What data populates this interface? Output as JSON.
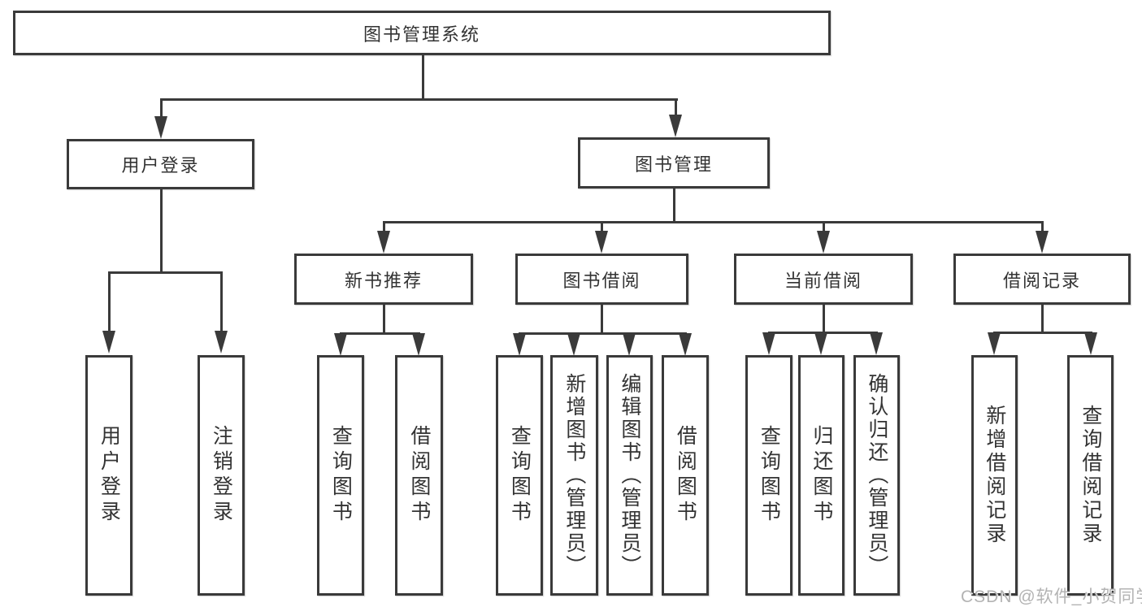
{
  "root": {
    "label": "图书管理系统"
  },
  "level1": {
    "user_login": {
      "label": "用户登录"
    },
    "book_management": {
      "label": "图书管理"
    }
  },
  "level2": {
    "new_book_rec": {
      "label": "新书推荐"
    },
    "book_borrow": {
      "label": "图书借阅"
    },
    "current_borrow": {
      "label": "当前借阅"
    },
    "borrow_record": {
      "label": "借阅记录"
    }
  },
  "leaves": {
    "user_login": {
      "label": "用户登录"
    },
    "logout": {
      "label": "注销登录"
    },
    "query_book_rec": {
      "label": "查询图书"
    },
    "borrow_book_rec": {
      "label": "借阅图书"
    },
    "query_book_borrow": {
      "label": "查询图书"
    },
    "add_book": {
      "label": "新增图书（管理员）"
    },
    "edit_book": {
      "label": "编辑图书（管理员）"
    },
    "borrow_book": {
      "label": "借阅图书"
    },
    "query_book_current": {
      "label": "查询图书"
    },
    "return_book": {
      "label": "归还图书"
    },
    "confirm_return": {
      "label": "确认归还（管理员）"
    },
    "add_borrow_record": {
      "label": "新增借阅记录"
    },
    "query_borrow_record": {
      "label": "查询借阅记录"
    }
  },
  "watermark": "CSDN @软件_小贺同学",
  "colors": {
    "line": "#3a3a3a",
    "text": "#333333",
    "watermark": "#b3b3b3",
    "background": "#ffffff"
  }
}
